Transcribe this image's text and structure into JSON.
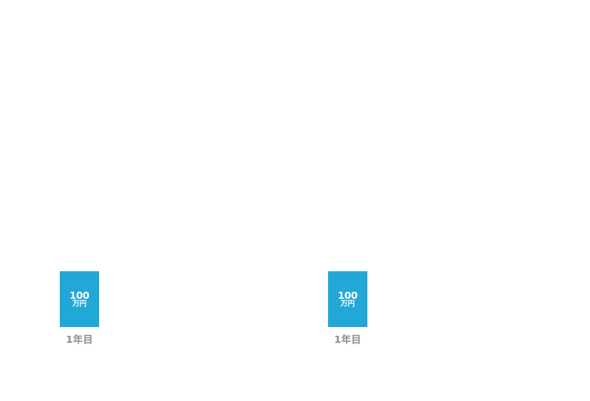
{
  "chart_data": [
    {
      "type": "bar",
      "categories": [
        "1年目"
      ],
      "values": [
        100
      ],
      "value_labels": [
        "100"
      ],
      "unit": "万円",
      "bar_color": "#22a8d6",
      "title": "",
      "xlabel": "",
      "ylabel": ""
    },
    {
      "type": "bar",
      "categories": [
        "1年目"
      ],
      "values": [
        100
      ],
      "value_labels": [
        "100"
      ],
      "unit": "万円",
      "bar_color": "#22a8d6",
      "title": "",
      "xlabel": "",
      "ylabel": ""
    }
  ]
}
